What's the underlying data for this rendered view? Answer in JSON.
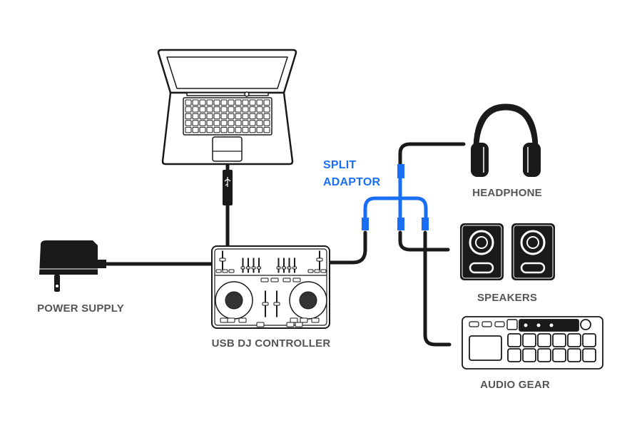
{
  "labels": {
    "split_line1": "SPLIT",
    "split_line2": "ADAPTOR",
    "headphone": "HEADPHONE",
    "speakers": "SPEAKERS",
    "audio_gear": "AUDIO GEAR",
    "power_supply": "POWER SUPPLY",
    "dj_controller": "USB DJ CONTROLLER"
  },
  "colors": {
    "cable": "#1a1a1a",
    "adaptor": "#1a6ef5",
    "label": "#555555"
  }
}
